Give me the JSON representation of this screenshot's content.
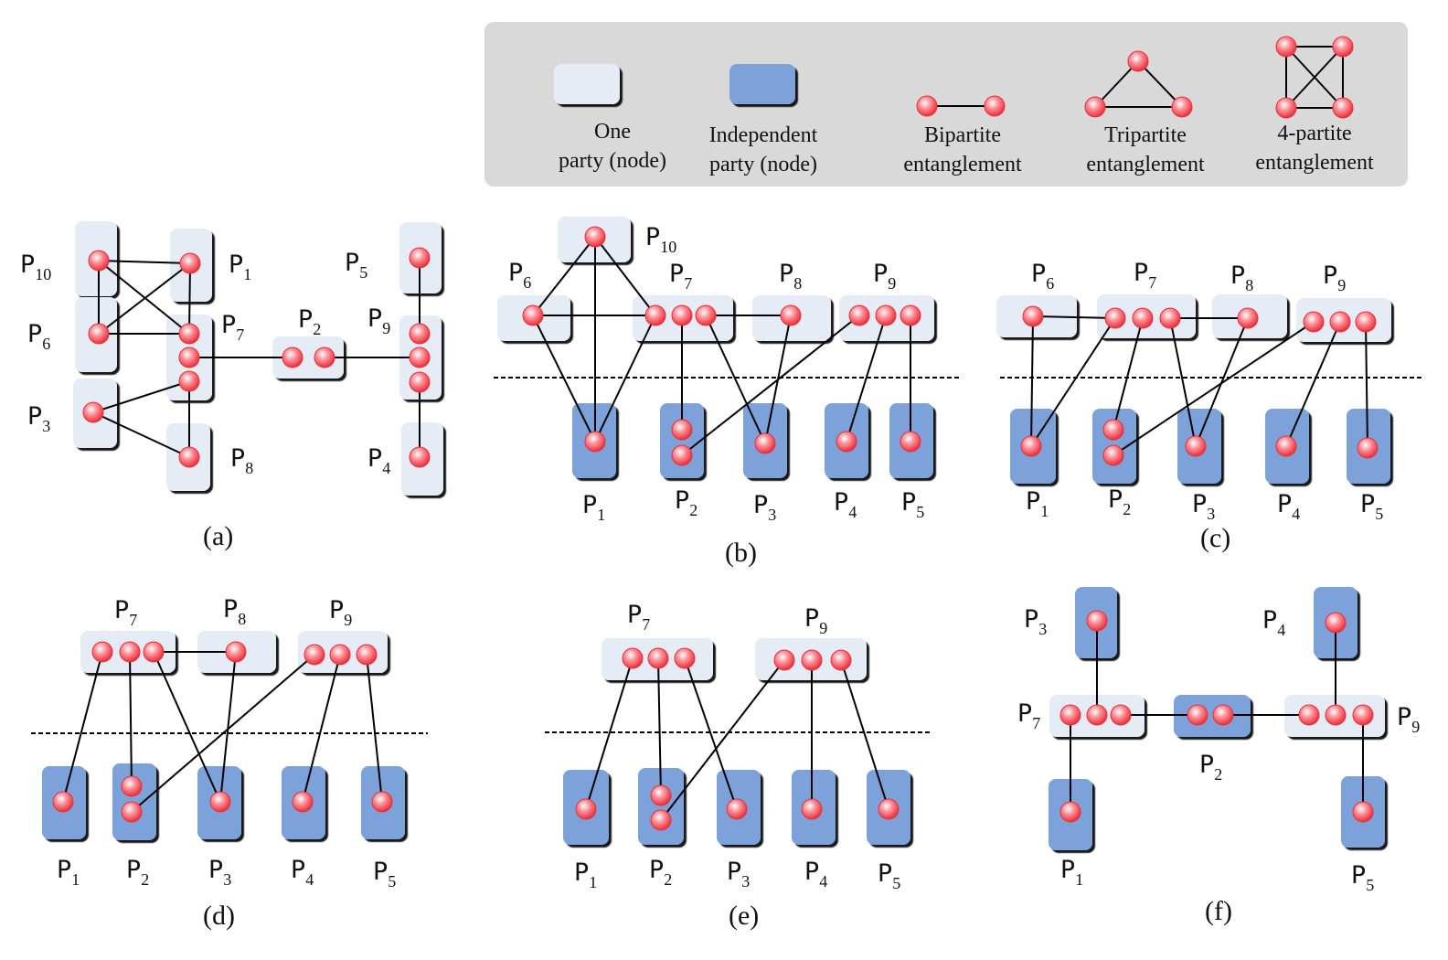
{
  "legend": {
    "one_party": [
      "One",
      "party (node)"
    ],
    "independent_party": [
      "Independent",
      "party (node)"
    ],
    "bipartite": [
      "Bipartite",
      "entanglement"
    ],
    "tripartite": [
      "Tripartite",
      "entanglement"
    ],
    "four_partite": [
      "4-partite",
      "entanglement"
    ]
  },
  "colors": {
    "light_node": "#e6ecf6",
    "dark_node": "#7ba2d9",
    "qubit": "#e8303a",
    "legend_bg": "#d9d9d9"
  },
  "party_letter": "P",
  "captions": [
    "(a)",
    "(b)",
    "(c)",
    "(d)",
    "(e)",
    "(f)"
  ],
  "panels": {
    "a": [
      "10",
      "1",
      "6",
      "7",
      "2",
      "9",
      "5",
      "3",
      "8",
      "4"
    ],
    "b": [
      "10",
      "6",
      "7",
      "8",
      "9",
      "1",
      "2",
      "3",
      "4",
      "5"
    ],
    "c": [
      "6",
      "7",
      "8",
      "9",
      "1",
      "2",
      "3",
      "4",
      "5"
    ],
    "d": [
      "7",
      "8",
      "9",
      "1",
      "2",
      "3",
      "4",
      "5"
    ],
    "e": [
      "7",
      "9",
      "1",
      "2",
      "3",
      "4",
      "5"
    ],
    "f": [
      "3",
      "4",
      "7",
      "9",
      "2",
      "1",
      "5"
    ]
  }
}
